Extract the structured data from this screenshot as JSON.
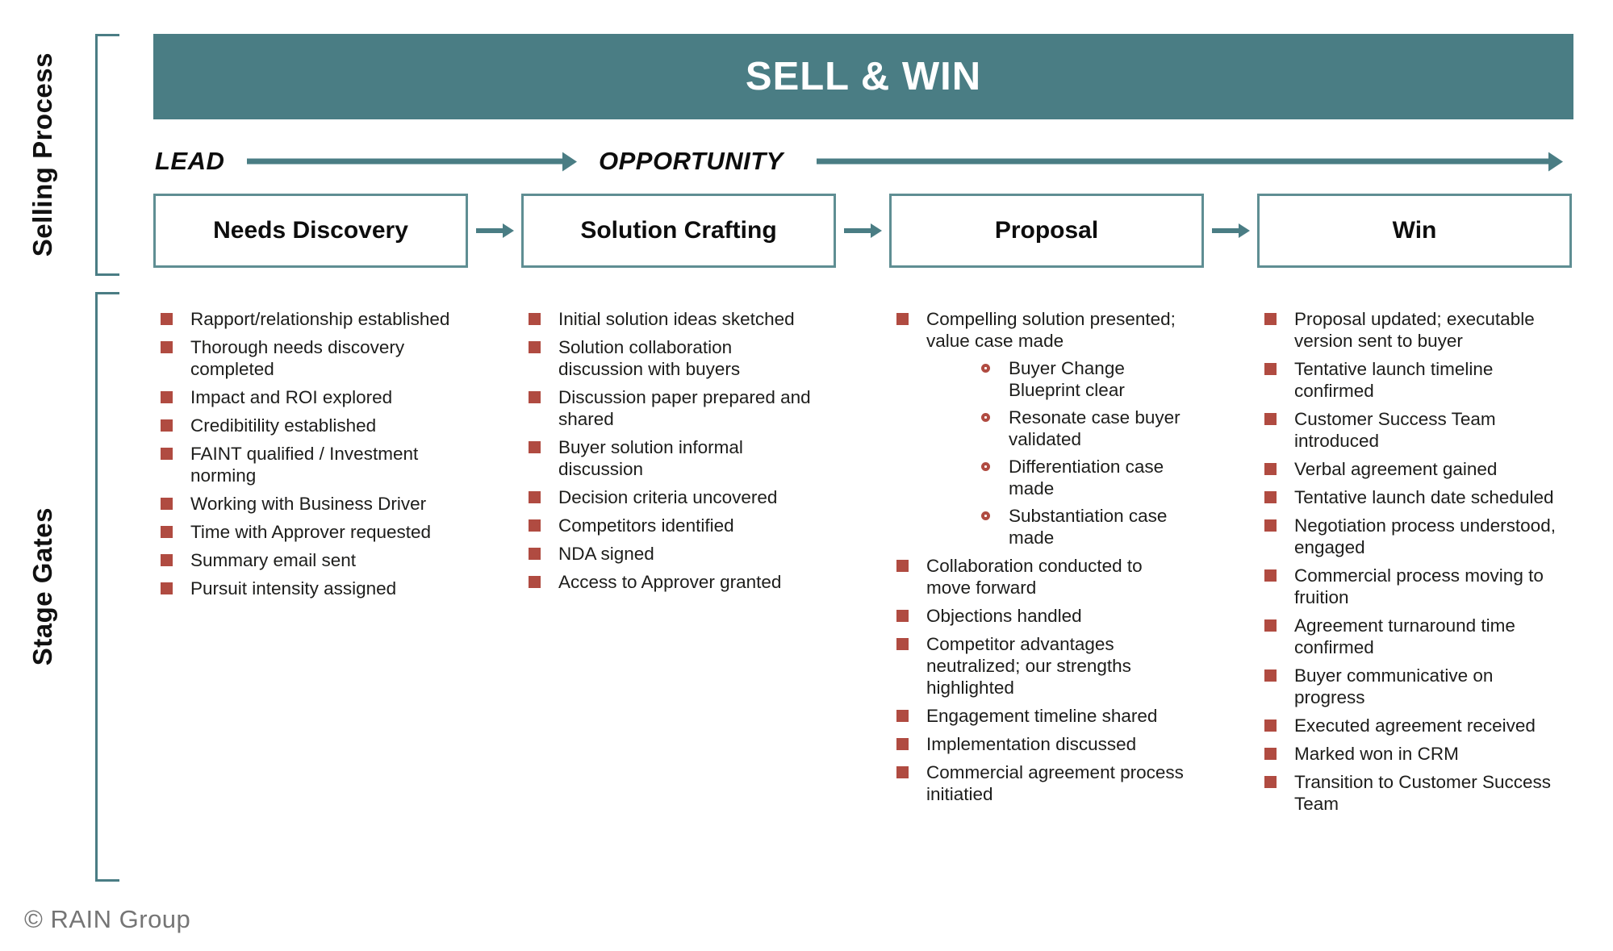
{
  "diagram": {
    "banner_title": "SELL & WIN",
    "lead_label": "LEAD",
    "opportunity_label": "OPPORTUNITY",
    "selling_process_label": "Selling Process",
    "stage_gates_label": "Stage Gates",
    "copyright": "© RAIN Group"
  },
  "colors": {
    "teal": "#4a7d84",
    "box_border": "#5f8e93",
    "bullet": "#b04b41",
    "text": "#1d1d1b",
    "footer_gray": "#757575"
  },
  "stages": [
    {
      "title": "Needs Discovery",
      "gates": [
        {
          "text": "Rapport/relationship established"
        },
        {
          "text": "Thorough needs discovery completed"
        },
        {
          "text": "Impact and ROI explored"
        },
        {
          "text": "Credibitility established"
        },
        {
          "text": "FAINT qualified / Investment norming"
        },
        {
          "text": "Working with Business Driver"
        },
        {
          "text": "Time with Approver requested"
        },
        {
          "text": "Summary email sent"
        },
        {
          "text": "Pursuit intensity assigned"
        }
      ]
    },
    {
      "title": "Solution Crafting",
      "gates": [
        {
          "text": "Initial solution ideas sketched"
        },
        {
          "text": "Solution collaboration discussion with buyers"
        },
        {
          "text": "Discussion paper prepared and shared"
        },
        {
          "text": "Buyer solution informal discussion"
        },
        {
          "text": "Decision criteria uncovered"
        },
        {
          "text": "Competitors identified"
        },
        {
          "text": "NDA signed"
        },
        {
          "text": "Access to Approver granted"
        }
      ]
    },
    {
      "title": "Proposal",
      "gates": [
        {
          "text": "Compelling solution presented; value case made",
          "subs": [
            "Buyer Change Blueprint clear",
            "Resonate case buyer validated",
            "Differentiation case made",
            "Substantiation case made"
          ]
        },
        {
          "text": "Collaboration conducted to move forward"
        },
        {
          "text": "Objections handled"
        },
        {
          "text": "Competitor advantages neutralized; our strengths highlighted"
        },
        {
          "text": "Engagement timeline shared"
        },
        {
          "text": "Implementation discussed"
        },
        {
          "text": "Commercial agreement process initiatied"
        }
      ]
    },
    {
      "title": "Win",
      "gates": [
        {
          "text": "Proposal updated; executable version sent to buyer"
        },
        {
          "text": "Tentative launch timeline confirmed"
        },
        {
          "text": "Customer Success Team introduced"
        },
        {
          "text": "Verbal agreement gained"
        },
        {
          "text": "Tentative launch date scheduled"
        },
        {
          "text": "Negotiation process understood, engaged"
        },
        {
          "text": "Commercial process moving to fruition"
        },
        {
          "text": "Agreement turnaround time confirmed"
        },
        {
          "text": "Buyer communicative on progress"
        },
        {
          "text": "Executed agreement received"
        },
        {
          "text": "Marked won in CRM"
        },
        {
          "text": "Transition to Customer Success Team"
        }
      ]
    }
  ]
}
